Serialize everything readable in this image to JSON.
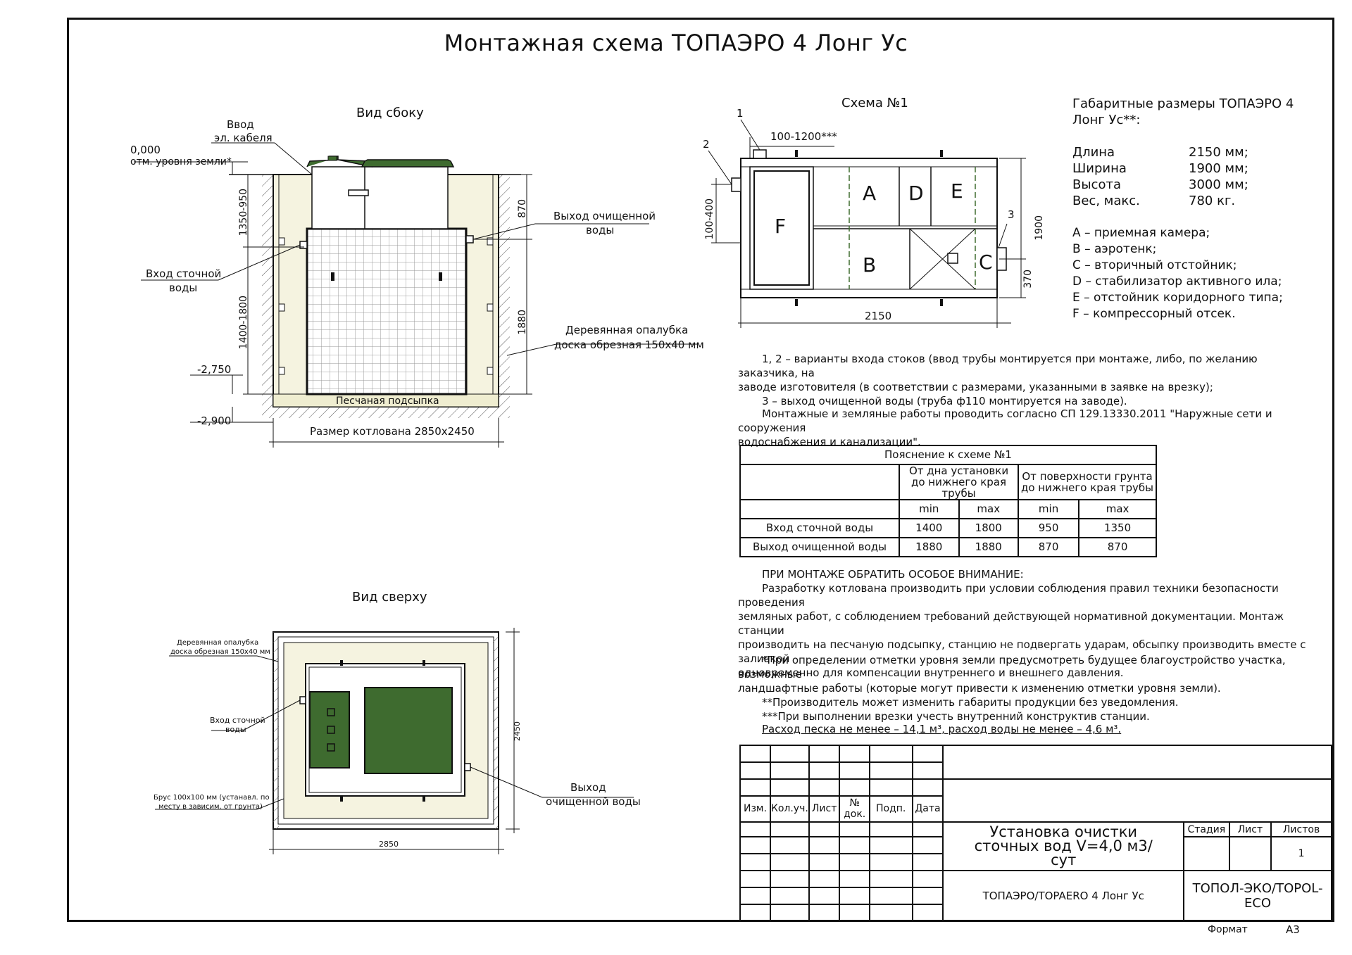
{
  "title": "Монтажная схема ТОПАЭРО 4 Лонг Ус",
  "side_view": {
    "heading": "Вид сбоку",
    "cable_input": [
      "Ввод",
      "эл. кабеля"
    ],
    "ground_level": [
      "0,000",
      "отм. уровня земли*"
    ],
    "dim_top": "1350-950",
    "dim_inlet": "1400-1800",
    "level_1": "-2,750",
    "level_2": "-2,900",
    "dim_870": "870",
    "dim_1880": "1880",
    "outlet_label": [
      "Выход очищенной",
      "воды"
    ],
    "inlet_label": [
      "Вход сточной",
      "воды"
    ],
    "formwork_label": [
      "Деревянная опалубка",
      "доска обрезная 150х40 мм"
    ],
    "sand_bed": "Песчаная подсыпка",
    "pit_size": "Размер котлована 2850х2450"
  },
  "top_view": {
    "heading": "Вид сверху",
    "formwork_label": [
      "Деревянная опалубка",
      "доска обрезная 150х40 мм"
    ],
    "inlet_label": [
      "Вход сточной",
      "воды"
    ],
    "beam_label": [
      "Брус 100х100 мм (устанавл. по",
      "месту в зависим. от грунта)"
    ],
    "outlet_label": [
      "Выход",
      "очищенной воды"
    ],
    "dim_width": "2850",
    "dim_height": "2450"
  },
  "scheme": {
    "heading": "Схема №1",
    "marker_1": "1",
    "marker_2": "2",
    "marker_3": "3",
    "dim_top": "100-1200***",
    "dim_left": "100-400",
    "dim_right": "1900",
    "dim_right_small": "370",
    "dim_bottom": "2150",
    "sections": {
      "a": "A",
      "b": "B",
      "c": "C",
      "d": "D",
      "e": "E",
      "f": "F"
    }
  },
  "dimensions": {
    "heading": [
      "Габаритные размеры ТОПАЭРО 4",
      "Лонг Ус**:"
    ],
    "rows": [
      {
        "label": "Длина",
        "value": "2150 мм;"
      },
      {
        "label": "Ширина",
        "value": "1900 мм;"
      },
      {
        "label": "Высота",
        "value": "3000 мм;"
      },
      {
        "label": "Вес, макс.",
        "value": "780 кг."
      }
    ],
    "legend": [
      "A – приемная камера;",
      "B – аэротенк;",
      "C – вторичный отстойник;",
      "D – стабилизатор активного ила;",
      "E – отстойник коридорного типа;",
      "F – компрессорный отсек."
    ]
  },
  "notes": {
    "variants_1": "1, 2 – варианты входа  стоков (ввод трубы монтируется при монтаже, либо, по желанию заказчика, на",
    "variants_2": "заводе изготовителя (в соответствии с размерами, указанными в заявке на врезку);",
    "variants_3": "3 – выход очищенной воды (труба ф110 монтируется на заводе).",
    "works_1": "Монтажные и земляные работы проводить согласно СП 129.13330.2011 \"Наружные сети и сооружения",
    "works_2": "водоснабжения и канализации\".",
    "attention_title": "ПРИ МОНТАЖЕ ОБРАТИТЬ ОСОБОЕ ВНИМАНИЕ:",
    "attention_1": "Разработку котлована производить при условии соблюдения правил техники безопасности проведения",
    "attention_2": "земляных работ, с соблюдением требований действующей нормативной документации. Монтаж станции",
    "attention_3": "производить на песчаную подсыпку, станцию не подвергать ударам, обсыпку производить вместе с заливкой",
    "attention_4": "одновременно для компенсации внутреннего и внешнего давления.",
    "footnote_1a": "*При определении отметки уровня земли предусмотреть будущее благоустройство участка, возможные",
    "footnote_1b": "ландшафтные работы (которые могут привести к изменению отметки уровня земли).",
    "footnote_2": "**Производитель может изменить габариты продукции без уведомления.",
    "footnote_3": "***При выполнении врезки учесть внутренний конструктив станции.",
    "consumption": "Расход песка не менее – 14,1 м³, расход воды не менее – 4,6 м³."
  },
  "table": {
    "title": "Пояснение к схеме №1",
    "group_1": "От дна установки до нижнего края трубы",
    "group_2": "От поверхности грунта до нижнего края трубы",
    "min": "min",
    "max": "max",
    "rows": [
      {
        "label": "Вход сточной воды",
        "v1": "1400",
        "v2": "1800",
        "v3": "950",
        "v4": "1350"
      },
      {
        "label": "Выход очищенной воды",
        "v1": "1880",
        "v2": "1880",
        "v3": "870",
        "v4": "870"
      }
    ]
  },
  "stamp": {
    "cols": [
      "Изм.",
      "Кол.уч.",
      "Лист",
      "№ док.",
      "Подп.",
      "Дата"
    ],
    "name": "Установка очистки сточных вод V=4,0 м3/сут",
    "stage": "Стадия",
    "sheet": "Лист",
    "sheets": "Листов",
    "sheets_value": "1",
    "product": "ТОПАЭРО/TOPAERO 4 Лонг Ус",
    "company": "ТОПОЛ-ЭКО/TOPOL-ECO"
  },
  "format_label": "Формат",
  "format_value": "А3",
  "colors": {
    "tank": "#3e6b2f",
    "sand": "#f5f3e0",
    "line": "#111111"
  }
}
